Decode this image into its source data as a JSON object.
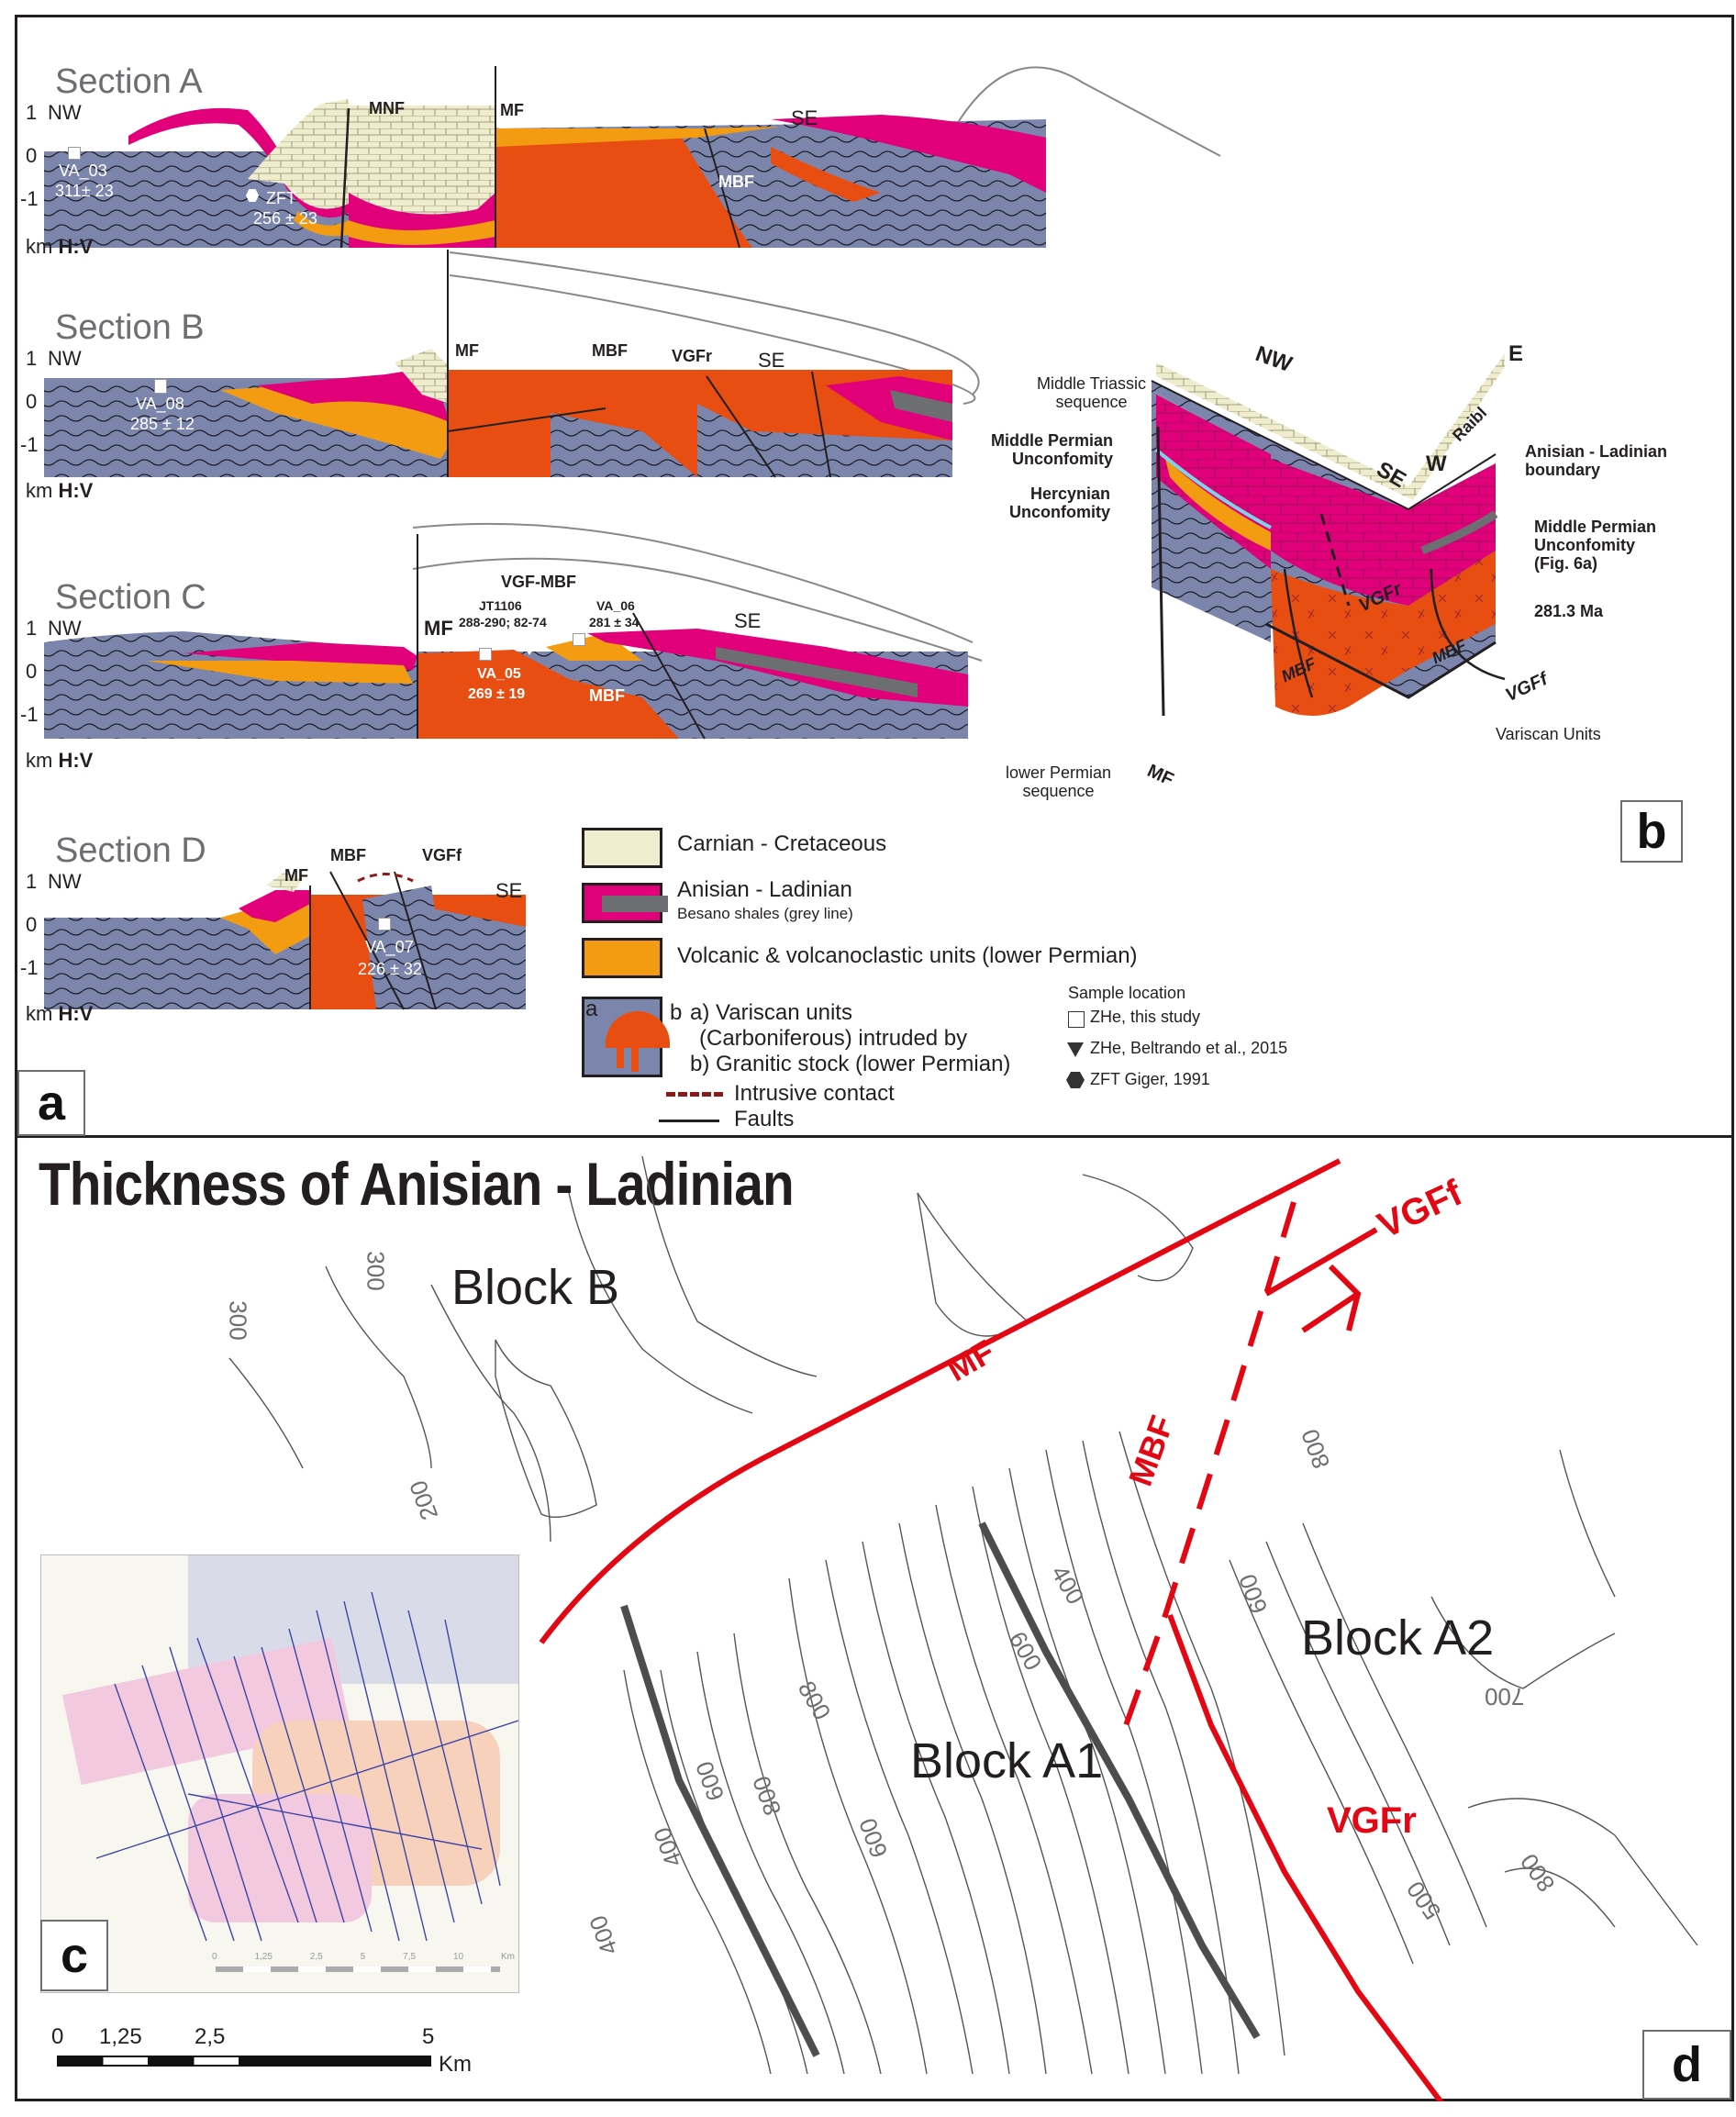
{
  "colors": {
    "variscan": "#7c86ad",
    "granite": "#e84e12",
    "anisian": "#e2007a",
    "volcanic": "#f39c12",
    "carnian": "#f0edcf",
    "besano": "#6d6e71",
    "fault_red": "#e30613",
    "intrusive": "#8b1a1a",
    "unconformity": "#7fd3e6"
  },
  "panel_a": {
    "letter": "a",
    "axis": {
      "ticks": [
        "1",
        "0",
        "-1"
      ],
      "unit": "km",
      "scale": "H:V"
    },
    "sections": [
      {
        "title": "Section A",
        "left_dir": "NW",
        "right_dir": "SE",
        "faults": [
          "MNF",
          "MF",
          "MBF"
        ],
        "samples": [
          {
            "id": "VA_03",
            "age": "311± 23"
          },
          {
            "id": "ZFT",
            "age": "256 ± 23"
          }
        ]
      },
      {
        "title": "Section B",
        "left_dir": "NW",
        "right_dir": "SE",
        "faults": [
          "MF",
          "MBF",
          "VGFr"
        ],
        "samples": [
          {
            "id": "VA_08",
            "age": "285 ± 12"
          }
        ]
      },
      {
        "title": "Section C",
        "left_dir": "NW",
        "right_dir": "SE",
        "faults": [
          "MF",
          "VGF-MBF",
          "MBF"
        ],
        "samples": [
          {
            "id": "JT1106",
            "age": "288-290; 82-74"
          },
          {
            "id": "VA_06",
            "age": "281 ± 34"
          },
          {
            "id": "VA_05",
            "age": "269 ± 19"
          }
        ]
      },
      {
        "title": "Section D",
        "left_dir": "NW",
        "right_dir": "SE",
        "faults": [
          "MF",
          "MBF",
          "VGFf"
        ],
        "samples": [
          {
            "id": "VA_07",
            "age": "226 ± 32"
          }
        ]
      }
    ],
    "legend": {
      "units": [
        {
          "label": "Carnian - Cretaceous"
        },
        {
          "label": "Anisian - Ladinian",
          "sublabel": "Besano shales (grey line)"
        },
        {
          "label": "Volcanic & volcanoclastic units (lower Permian)"
        },
        {
          "swatch_a": "a",
          "swatch_b": "b",
          "line1": "a) Variscan units",
          "line2": "(Carboniferous) intruded by",
          "line3": "b) Granitic stock (lower Permian)"
        }
      ],
      "lines": [
        {
          "label": "Intrusive contact"
        },
        {
          "label": "Faults"
        }
      ],
      "samples_title": "Sample location",
      "samples": [
        {
          "symbol": "square",
          "label": "ZHe, this study"
        },
        {
          "symbol": "triangle-down",
          "label": "ZHe, Beltrando et al., 2015"
        },
        {
          "symbol": "hexagon",
          "label": "ZFT Giger, 1991"
        }
      ]
    }
  },
  "panel_b": {
    "letter": "b",
    "directions": {
      "nw": "NW",
      "se": "SE",
      "w": "W",
      "e": "E"
    },
    "labels": {
      "middle_triassic": [
        "Middle Triassic",
        "sequence"
      ],
      "mp_unconf_left": [
        "Middle Permian",
        "Unconfomity"
      ],
      "hercynian": [
        "Hercynian",
        "Unconfomity"
      ],
      "raibl": "Raibl",
      "al_boundary": [
        "Anisian - Ladinian",
        "boundary"
      ],
      "mp_unconf_right": [
        "Middle Permian",
        "Unconfomity",
        "(Fig. 6a)"
      ],
      "age": "281.3 Ma",
      "vgfr": "VGFr",
      "mbf1": "MBF",
      "mbf2": "MBF",
      "vgff": "VGFf",
      "variscan": "Variscan Units",
      "lower_permian": [
        "lower Permian",
        "sequence"
      ],
      "mf": "MF"
    }
  },
  "panel_c": {
    "letter": "c",
    "scale_ticks": [
      "0",
      "1,25",
      "2,5",
      "5",
      "7,5",
      "10"
    ],
    "scale_unit": "Km"
  },
  "panel_d": {
    "letter": "d",
    "title": "Thickness of Anisian - Ladinian",
    "blocks": [
      "Block B",
      "Block A1",
      "Block A2"
    ],
    "faults": {
      "mf": "MF",
      "mbf": "MBF",
      "vgff": "VGFf",
      "vgfr": "VGFr"
    },
    "contour_labels": [
      "300",
      "300",
      "200",
      "400",
      "600",
      "800",
      "400",
      "600",
      "800",
      "400",
      "600",
      "600",
      "800",
      "700",
      "500",
      "800"
    ],
    "scale_bar": {
      "ticks": [
        "0",
        "1,25",
        "2,5",
        "5"
      ],
      "unit": "Km"
    }
  }
}
